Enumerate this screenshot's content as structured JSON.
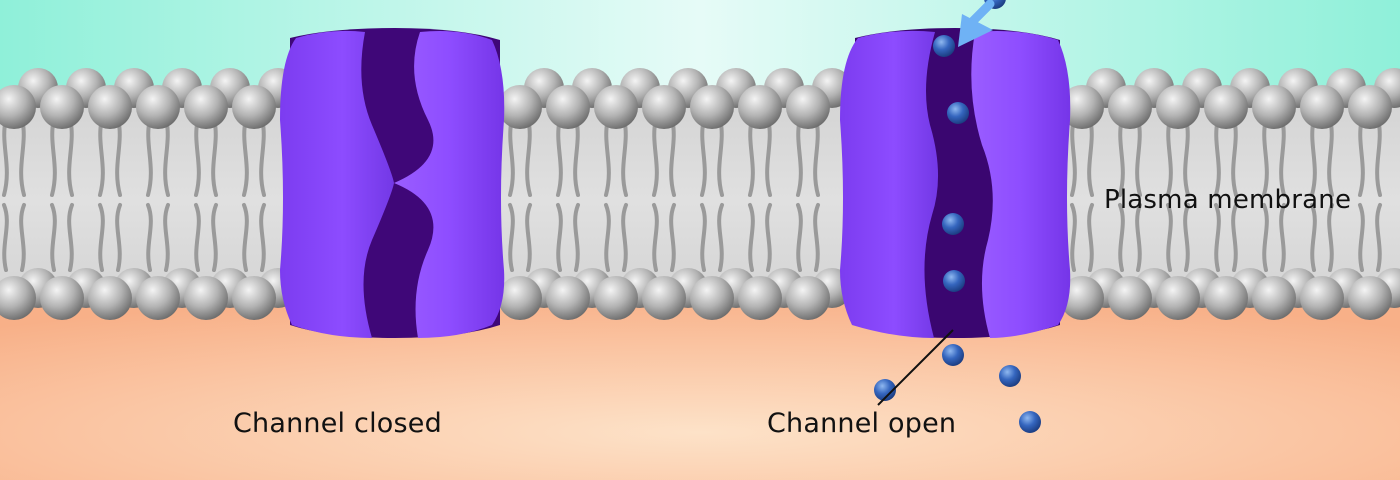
{
  "labels": {
    "plasma_membrane": "Plasma membrane",
    "channel_closed": "Channel closed",
    "channel_open": "Channel open"
  },
  "colors": {
    "extracellular_top": "#e6fbf7",
    "extracellular_edge": "#8ff0d9",
    "intracellular_center": "#fde1c6",
    "intracellular_edge": "#f9b489",
    "membrane_core": "#d9d9d9",
    "lipid_head": "#9e9e9e",
    "lipid_tail": "#9a9a9a",
    "channel_light": "#9657ff",
    "channel_mid": "#7b3af0",
    "channel_dark": "#3f0778",
    "ion": "#2f62b8",
    "arrow": "#6fb2f5"
  },
  "icons": {
    "ion": "blue-sphere",
    "lipid": "grey-sphere-with-tails",
    "arrow": "blue-arrow"
  }
}
